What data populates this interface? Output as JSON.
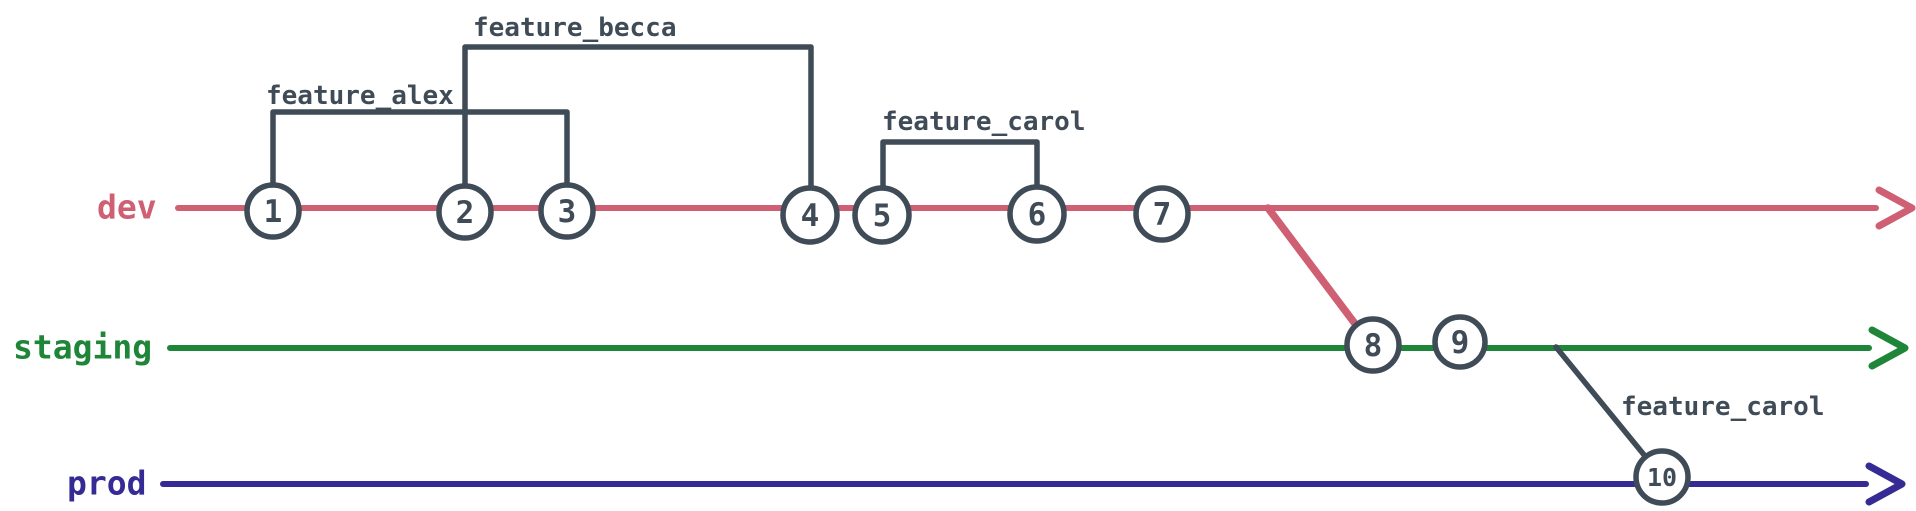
{
  "diagram_type": "git-branch-graph",
  "colors": {
    "dev": "#cf5f73",
    "staging": "#1f8639",
    "prod": "#362b94",
    "outline": "#3f4b57",
    "background": "#ffffff"
  },
  "branches": [
    {
      "name": "dev",
      "color": "#cf5f73"
    },
    {
      "name": "staging",
      "color": "#1f8639"
    },
    {
      "name": "prod",
      "color": "#362b94"
    }
  ],
  "commits": [
    {
      "id": "1",
      "branch": "dev"
    },
    {
      "id": "2",
      "branch": "dev"
    },
    {
      "id": "3",
      "branch": "dev"
    },
    {
      "id": "4",
      "branch": "dev"
    },
    {
      "id": "5",
      "branch": "dev"
    },
    {
      "id": "6",
      "branch": "dev"
    },
    {
      "id": "7",
      "branch": "dev"
    },
    {
      "id": "8",
      "branch": "staging"
    },
    {
      "id": "9",
      "branch": "staging"
    },
    {
      "id": "10",
      "branch": "prod"
    }
  ],
  "features": [
    {
      "label": "feature_alex",
      "from_commit": "1",
      "to_commit": "3"
    },
    {
      "label": "feature_becca",
      "from_commit": "2",
      "to_commit": "4"
    },
    {
      "label": "feature_carol",
      "from_commit": "5",
      "to_commit": "6"
    },
    {
      "label": "feature_carol",
      "from_branch": "staging",
      "to_commit": "10"
    }
  ],
  "merges": [
    {
      "from": "dev",
      "to": "staging",
      "at_commit": "8"
    },
    {
      "from": "staging",
      "to": "prod",
      "at_commit": "10"
    }
  ]
}
